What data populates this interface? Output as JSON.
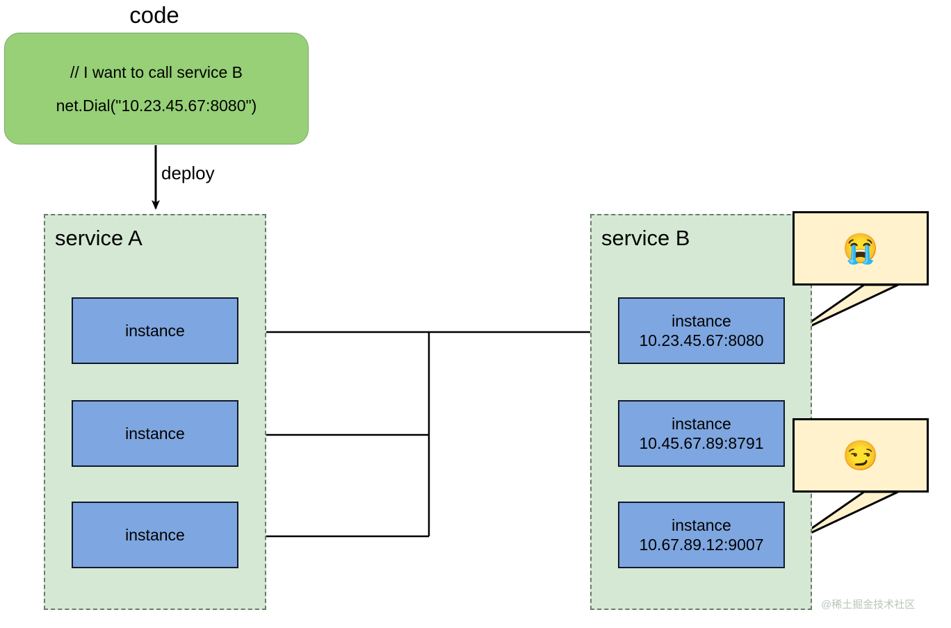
{
  "diagram": {
    "title_code": "code",
    "code_box": {
      "comment_line": "// I want to call service B",
      "call_line": "net.Dial(\"10.23.45.67:8080\")",
      "fill_color": "#97D077"
    },
    "deploy_edge_label": "deploy",
    "services": [
      {
        "id": "service-a",
        "title": "service A",
        "fill_color": "#D5E8D4",
        "instances": [
          {
            "label": "instance",
            "address": ""
          },
          {
            "label": "instance",
            "address": ""
          },
          {
            "label": "instance",
            "address": ""
          }
        ]
      },
      {
        "id": "service-b",
        "title": "service B",
        "fill_color": "#D5E8D4",
        "instances": [
          {
            "label": "instance",
            "address": "10.23.45.67:8080"
          },
          {
            "label": "instance",
            "address": "10.45.67.89:8791"
          },
          {
            "label": "instance",
            "address": "10.67.89.12:9007"
          }
        ]
      }
    ],
    "instance_fill_color": "#7EA6E0",
    "callouts": [
      {
        "id": "callout-crying",
        "emoji": "😭",
        "emoji_name": "loudly-crying-face",
        "fill_color": "#FFF2CC",
        "points_to": "10.23.45.67:8080"
      },
      {
        "id": "callout-smirking",
        "emoji": "😏",
        "emoji_name": "smirking-face",
        "fill_color": "#FFF2CC",
        "points_to": "10.67.89.12:9007"
      }
    ],
    "watermark": "@稀土掘金技术社区"
  }
}
